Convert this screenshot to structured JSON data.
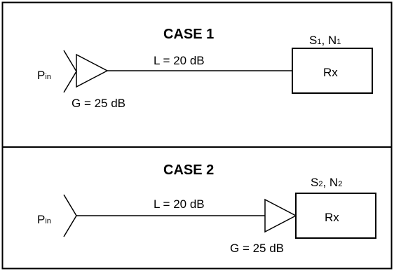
{
  "case1": {
    "title": "CASE 1",
    "input_label": "P",
    "input_sub": "in",
    "loss_label": "L = 20 dB",
    "gain_label": "G = 25 dB",
    "receiver_label": "Rx",
    "signal_label": "S",
    "signal_sub": "1",
    "noise_label": "N",
    "noise_sub": "1",
    "separator": ", "
  },
  "case2": {
    "title": "CASE 2",
    "input_label": "P",
    "input_sub": "in",
    "loss_label": "L = 20 dB",
    "gain_label": "G = 25 dB",
    "receiver_label": "Rx",
    "signal_label": "S",
    "signal_sub": "2",
    "noise_label": "N",
    "noise_sub": "2",
    "separator": ", "
  }
}
